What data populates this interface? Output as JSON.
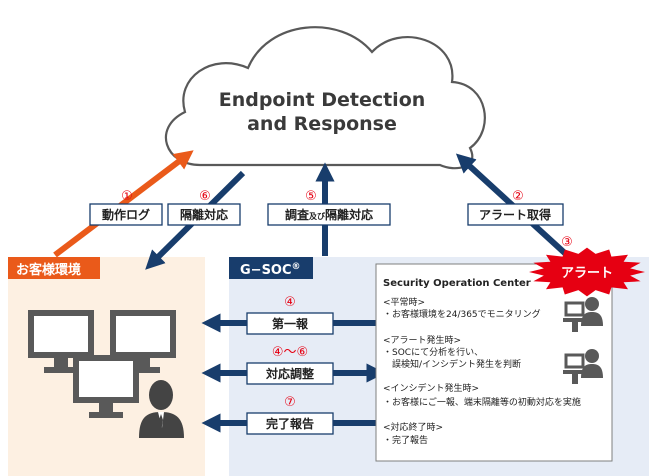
{
  "cloud": {
    "line1": "Endpoint Detection",
    "line2": "and Response"
  },
  "flows": {
    "f1": {
      "num": "①",
      "label": "動作ログ"
    },
    "f6": {
      "num": "⑥",
      "label": "隔離対応"
    },
    "f5": {
      "num": "⑤",
      "label_a": "調査",
      "label_small": "及び",
      "label_b": "隔離対応"
    },
    "f2": {
      "num": "②",
      "label": "アラート取得"
    },
    "f3": {
      "num": "③"
    },
    "f4": {
      "num": "④",
      "label": "第一報"
    },
    "f46": {
      "num": "④〜⑥",
      "label": "対応調整"
    },
    "f7": {
      "num": "⑦",
      "label": "完了報告"
    }
  },
  "customer": {
    "title": "お客様環境"
  },
  "gsoc": {
    "title": "G−SOC",
    "reg": "®"
  },
  "alert": {
    "label": "アラート"
  },
  "soc_panel": {
    "title": "Security Operation Center",
    "normal_head": "<平常時>",
    "normal_1": "・お客様環境を24/365でモニタリング",
    "alert_head": "<アラート発生時>",
    "alert_1": "・SOCにて分析を行い、",
    "alert_2": "誤検知/インシデント発生を判断",
    "incident_head": "<インシデント発生時>",
    "incident_1": "・お客様にご一報、端末隔離等の初動対応を実施",
    "end_head": "<対応終了時>",
    "end_1": "・完了報告"
  },
  "colors": {
    "navy": "#183d6c",
    "orange": "#ea5a1a",
    "red": "#e60012",
    "customer_bg": "#fdf0e2",
    "soc_bg": "#e6ecf6"
  }
}
